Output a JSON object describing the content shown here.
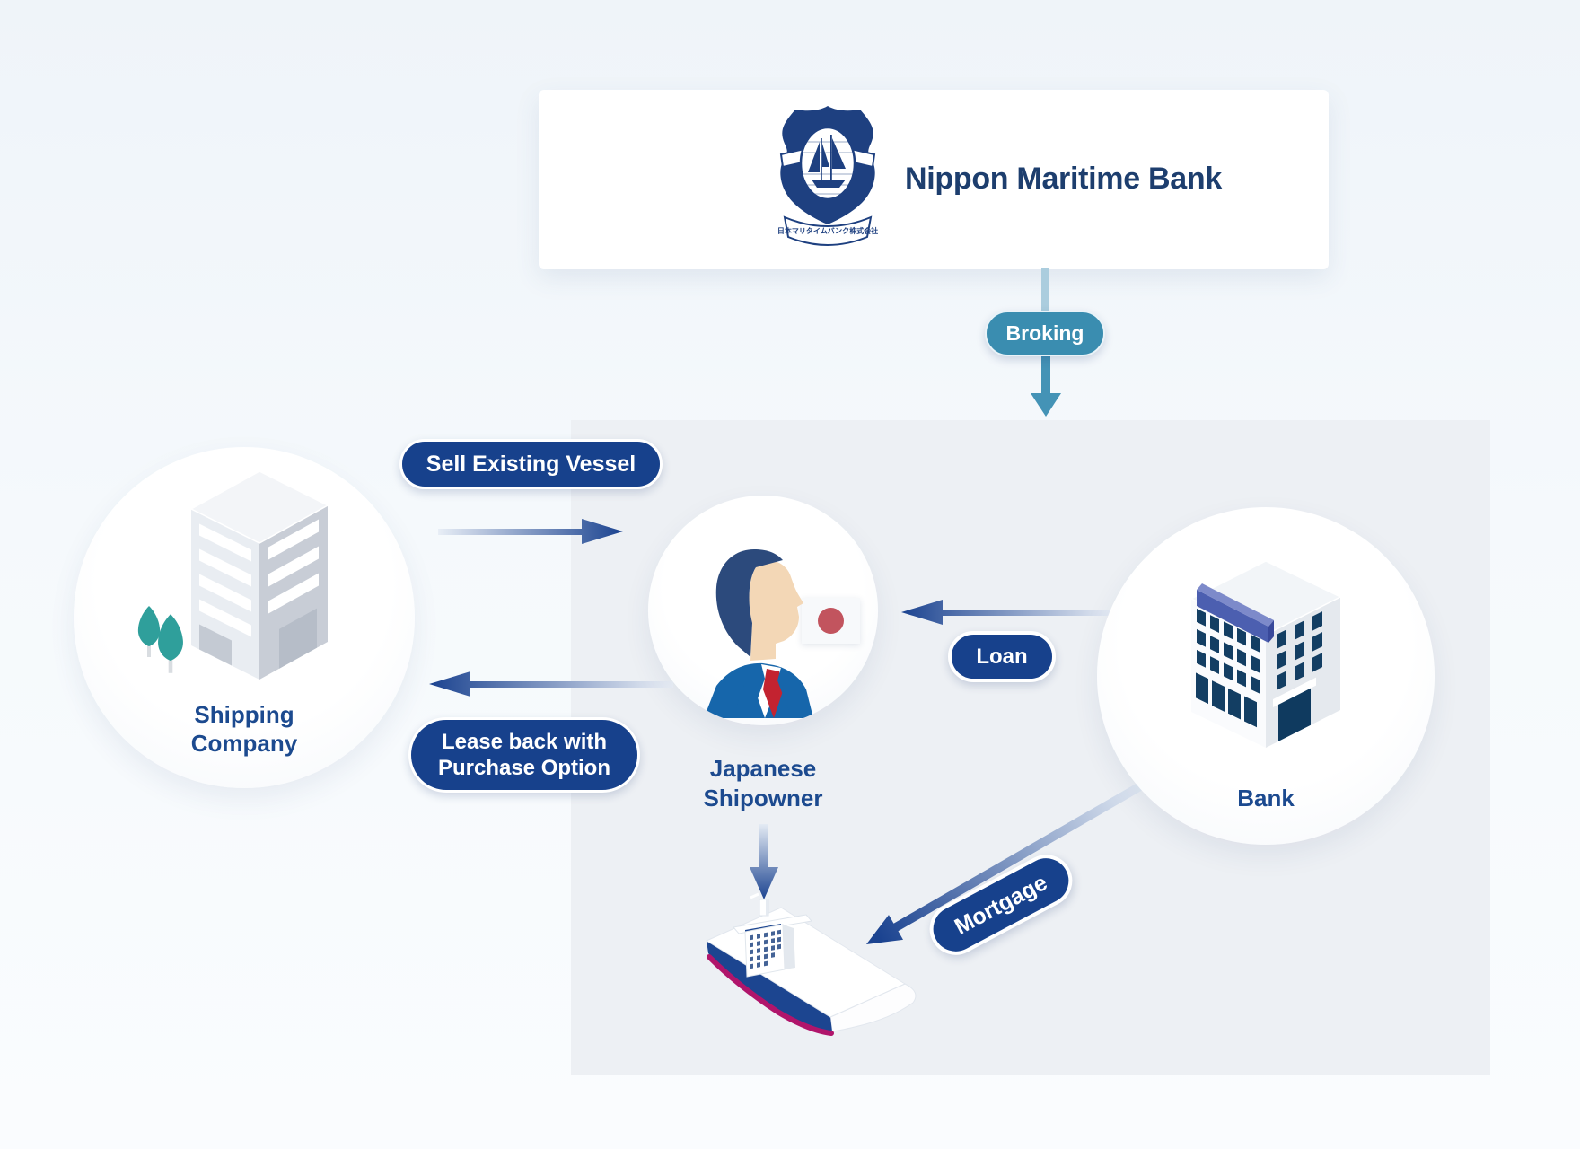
{
  "header": {
    "title": "Nippon Maritime Bank",
    "logo_banner_text": "日本マリタイムバンク株式会社"
  },
  "connectors": {
    "broking": "Broking",
    "sell": "Sell Existing Vessel",
    "lease_line1": "Lease back with",
    "lease_line2": "Purchase Option",
    "loan": "Loan",
    "mortgage": "Mortgage"
  },
  "entities": {
    "shipping_company": {
      "line1": "Shipping",
      "line2": "Company"
    },
    "japanese_shipowner": {
      "line1": "Japanese",
      "line2": "Shipowner"
    },
    "bank": {
      "label": "Bank"
    }
  },
  "colors": {
    "navy_pill": "#17418c",
    "teal_pill": "#3a8db0",
    "label_text": "#1c4a8f",
    "title_text": "#1d3e6e",
    "arrow_dark": "#1b4390",
    "arrow_light": "#e8eef6",
    "connector_light": "#abcdde",
    "tree_green": "#2f9f9b",
    "ship_hull_navy": "#1c4590",
    "ship_stripe_magenta": "#b0156b",
    "panel_bg": "#edf0f4"
  }
}
